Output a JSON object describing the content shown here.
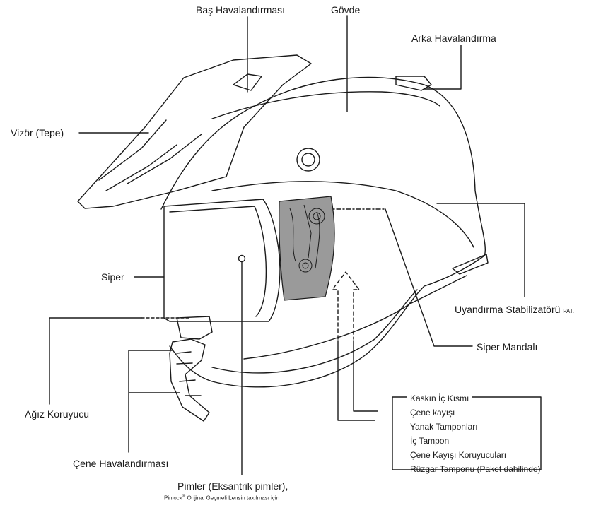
{
  "labels": {
    "bas_havalandirmasi": "Baş Havalandırması",
    "govde": "Gövde",
    "arka_havalandirma": "Arka Havalandırma",
    "vizor": "Vizör (Tepe)",
    "siper": "Siper",
    "agiz_koruyucu": "Ağız Koruyucu",
    "cene_havalandirmasi": "Çene Havalandırması",
    "pimler": "Pimler (Eksantrik pimler),",
    "pimler_note_a": "Pinlock",
    "pimler_note_sup": "®",
    "pimler_note_b": " Orijinal Geçmeli Lensin takılması için",
    "uyandirma": "Uyandırma Stabilizatörü",
    "uyandirma_pat": "PAT.",
    "siper_mandali": "Siper Mandalı"
  },
  "interior": {
    "items": [
      "Kaskın İç Kısmı",
      "Çene kayışı",
      "Yanak Tamponları",
      "İç Tampon",
      "Çene Kayışı Koruyucuları",
      "Rüzgar Tamponu (Paket dahilinde)"
    ]
  },
  "colors": {
    "line": "#1a1a1a",
    "mechanism": "#9a9a9a"
  }
}
